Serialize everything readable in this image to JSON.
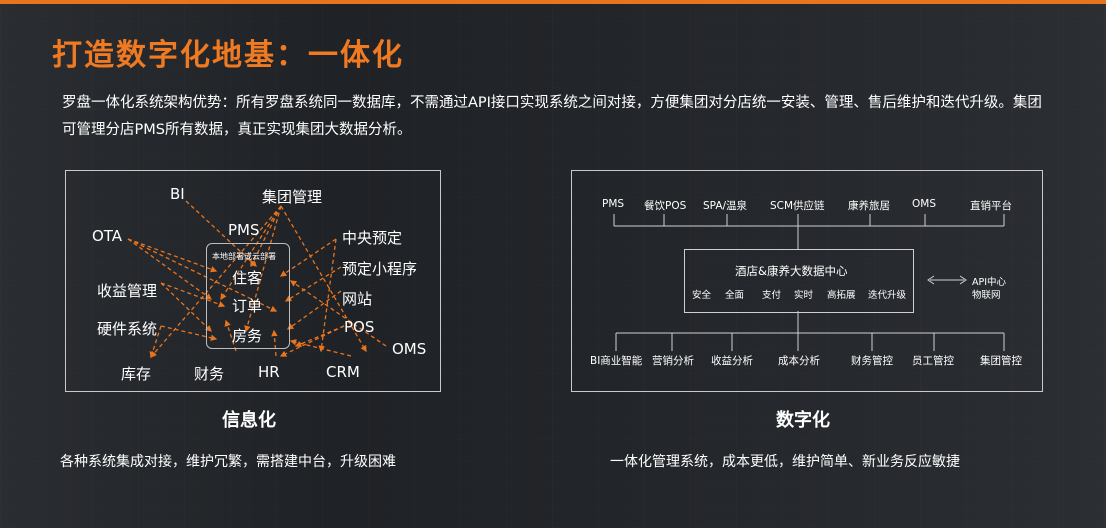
{
  "title": "打造数字化地基：一体化",
  "intro": "罗盘一体化系统架构优势：所有罗盘系统同一数据库，不需通过API接口实现系统之间对接，方便集团对分店统一安装、管理、售后维护和迭代升级。集团可管理分店PMS所有数据，真正实现集团大数据分析。",
  "left": {
    "core_title": "本地部署或云部署",
    "core_items": [
      "住客",
      "订单",
      "房务"
    ],
    "nodes": {
      "bi": "BI",
      "group": "集团管理",
      "pms": "PMS",
      "ota": "OTA",
      "central": "中央预定",
      "mini": "预定小程序",
      "web": "网站",
      "revenue": "收益管理",
      "hardware": "硬件系统",
      "pos": "POS",
      "oms": "OMS",
      "stock": "库存",
      "finance": "财务",
      "hr": "HR",
      "crm": "CRM"
    },
    "caption": "信息化",
    "subcaption": "各种系统集成对接，维护冗繁，需搭建中台，升级困难"
  },
  "right": {
    "top_items": [
      "PMS",
      "餐饮POS",
      "SPA/温泉",
      "SCM供应链",
      "康养旅居",
      "OMS",
      "直销平台"
    ],
    "center_title": "酒店&康养大数据中心",
    "center_tags": [
      "安全",
      "全面",
      "支付",
      "实时",
      "高拓展",
      "迭代升级"
    ],
    "api_label_1": "API中心",
    "api_label_2": "物联网",
    "bottom_items": [
      "BI商业智能",
      "营销分析",
      "收益分析",
      "成本分析",
      "财务管控",
      "员工管控",
      "集团管控"
    ],
    "caption": "数字化",
    "subcaption": "一体化管理系统，成本更低，维护简单、新业务反应敏捷"
  },
  "colors": {
    "accent": "#f07a22",
    "arrow": "#e8741e"
  }
}
